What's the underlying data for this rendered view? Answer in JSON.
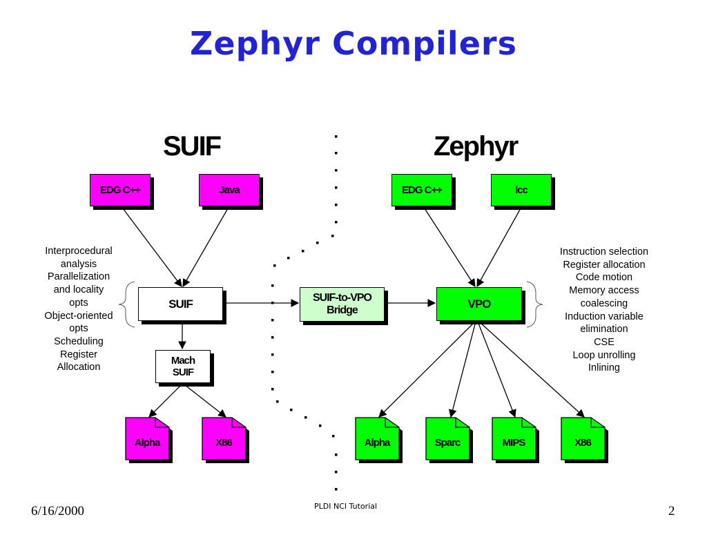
{
  "title": "Zephyr Compilers",
  "suif_heading": "SUIF",
  "zephyr_heading": "Zephyr",
  "suif_side": {
    "frontends": [
      "EDG  C++",
      "Java"
    ],
    "core": "SUIF",
    "mach": [
      "Mach",
      "SUIF"
    ],
    "targets": [
      "Alpha",
      "X86"
    ],
    "notes": [
      "Interprocedural",
      "analysis",
      "Parallelization",
      "and locality",
      "opts",
      "Object-oriented",
      "opts",
      "Scheduling",
      "Register",
      "Allocation"
    ]
  },
  "bridge": [
    "SUIF-to-VPO",
    "Bridge"
  ],
  "zephyr_side": {
    "frontends": [
      "EDG C++",
      "lcc"
    ],
    "core": "VPO",
    "targets": [
      "Alpha",
      "Sparc",
      "MIPS",
      "X86"
    ],
    "notes": [
      "Instruction selection",
      "Register allocation",
      "Code motion",
      "Memory access",
      "coalescing",
      "Induction variable",
      "elimination",
      "CSE",
      "Loop unrolling",
      "Inlining"
    ]
  },
  "footer": {
    "date": "6/16/2000",
    "center": "PLDI NCI Tutorial",
    "page": "2"
  },
  "colors": {
    "title": "#2323d6",
    "suif_nodes": "#ff00ff",
    "zephyr_nodes": "#00ff00",
    "bridge": "#ccffcc"
  }
}
